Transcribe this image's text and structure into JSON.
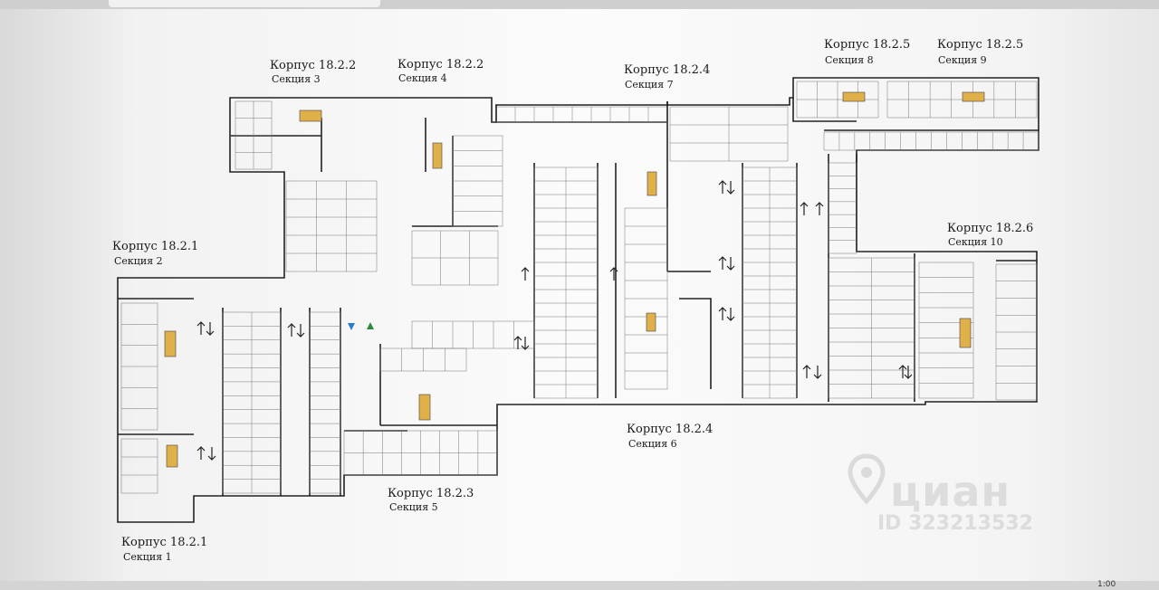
{
  "labels": {
    "b1s2": {
      "corpus": "Корпус 18.2.1",
      "section": "Секция 2"
    },
    "b2s3": {
      "corpus": "Корпус 18.2.2",
      "section": "Секция 3"
    },
    "b2s4": {
      "corpus": "Корпус 18.2.2",
      "section": "Секция 4"
    },
    "b4s7": {
      "corpus": "Корпус 18.2.4",
      "section": "Секция 7"
    },
    "b5s8": {
      "corpus": "Корпус 18.2.5",
      "section": "Секция 8"
    },
    "b5s9": {
      "corpus": "Корпус 18.2.5",
      "section": "Секция 9"
    },
    "b6s10": {
      "corpus": "Корпус 18.2.6",
      "section": "Секция 10"
    },
    "b4s6": {
      "corpus": "Корпус 18.2.4",
      "section": "Секция 6"
    },
    "b3s5": {
      "corpus": "Корпус 18.2.3",
      "section": "Секция 5"
    },
    "b1s1": {
      "corpus": "Корпус 18.2.1",
      "section": "Секция 1"
    }
  },
  "watermark": {
    "brand": "циан",
    "id": "ID 323213532"
  },
  "taskbar": {
    "clock": "1:00"
  },
  "colors": {
    "stair_highlight": "#e0b04a",
    "wall": "#222222",
    "background": "#fbfbfb"
  }
}
